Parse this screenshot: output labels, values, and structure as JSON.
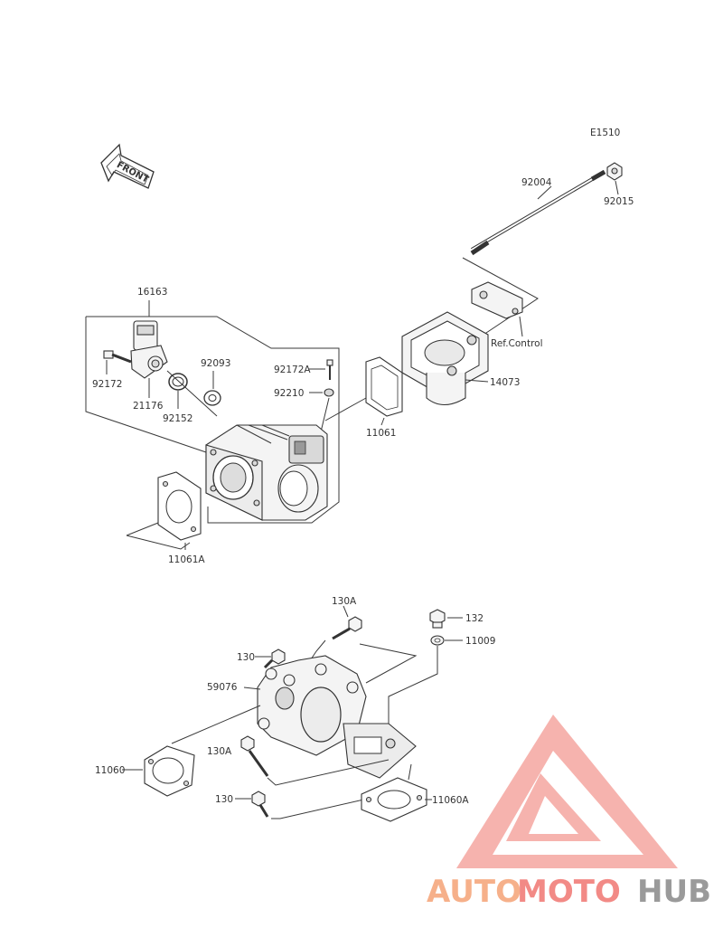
{
  "diagram": {
    "code": "E1510",
    "front_label": "FRONT",
    "ref_label": "Ref.Control",
    "parts": {
      "p92004": "92004",
      "p92015": "92015",
      "p16163": "16163",
      "p92093": "92093",
      "p92172A": "92172A",
      "p92210": "92210",
      "p92172": "92172",
      "p21176": "21176",
      "p92152": "92152",
      "p11061": "11061",
      "p14073": "14073",
      "p11061A": "11061A",
      "p130A_top": "130A",
      "p132": "132",
      "p11009": "11009",
      "p130_top": "130",
      "p59076": "59076",
      "p130A_bottom": "130A",
      "p11060": "11060",
      "p130_bottom": "130",
      "p11060A": "11060A"
    }
  },
  "watermark": {
    "auto": "AUTO",
    "moto": "MOTO",
    "hub": "HUB",
    "colors": {
      "auto": "#f6b08a",
      "moto": "#f28a86",
      "hub": "#9a9a9a"
    }
  }
}
